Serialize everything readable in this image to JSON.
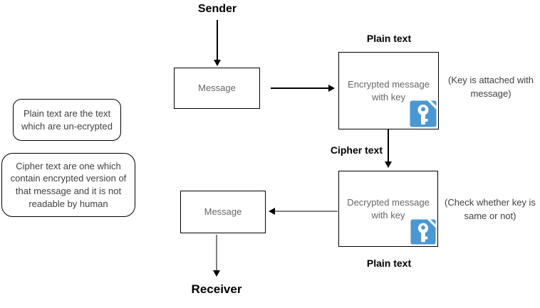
{
  "diagram": {
    "sender_label": "Sender",
    "receiver_label": "Receiver",
    "boxes": {
      "message_from_sender": "Message",
      "encrypted_message": "Encrypted message with key",
      "decrypted_message": "Decrypted message with key",
      "message_to_receiver": "Message"
    },
    "stage_labels": {
      "plain_text_top": "Plain text",
      "cipher_text": "Cipher text",
      "plain_text_bottom": "Plain text"
    },
    "annotations": {
      "key_attached": "(Key is attached with message)",
      "key_check": "(Check whether key is same or not)"
    },
    "notes": {
      "plain_text_note": "Plain text are the text which are un-ecrypted",
      "cipher_text_note": "Cipher text are one which contain encrypted version of that message and it is not readable by human"
    },
    "icons": {
      "key_icon": "key-document"
    },
    "colors": {
      "key_icon_blue": "#4a97d4",
      "box_border": "#000000",
      "box_text_gray": "#666666",
      "label_black": "#000000",
      "arrow_gray": "#808080",
      "annotation_text": "#404040",
      "background": "#ffffff"
    }
  }
}
